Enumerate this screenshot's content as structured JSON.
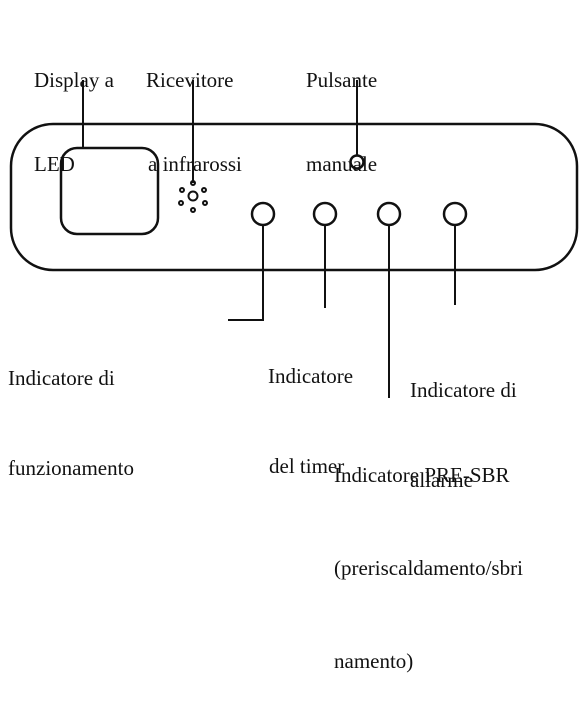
{
  "labels": {
    "led_display": {
      "line1": "Display a",
      "line2": "LED"
    },
    "ir_receiver": {
      "line1": "Ricevitore",
      "line2": "a infrarossi"
    },
    "manual_button": {
      "line1": "Pulsante",
      "line2": "manuale"
    },
    "operation_indicator": {
      "line1": "Indicatore di",
      "line2": "funzionamento"
    },
    "timer_indicator": {
      "line1": "Indicatore",
      "line2": "del timer"
    },
    "alarm_indicator": {
      "line1": "Indicatore di",
      "line2": "allarme"
    },
    "pre_sbr_indicator": {
      "line1": "Indicatore PRE-SBR",
      "line2": "(preriscaldamento/sbri",
      "line3": "namento)"
    }
  },
  "colors": {
    "stroke": "#111111",
    "background": "#ffffff"
  }
}
